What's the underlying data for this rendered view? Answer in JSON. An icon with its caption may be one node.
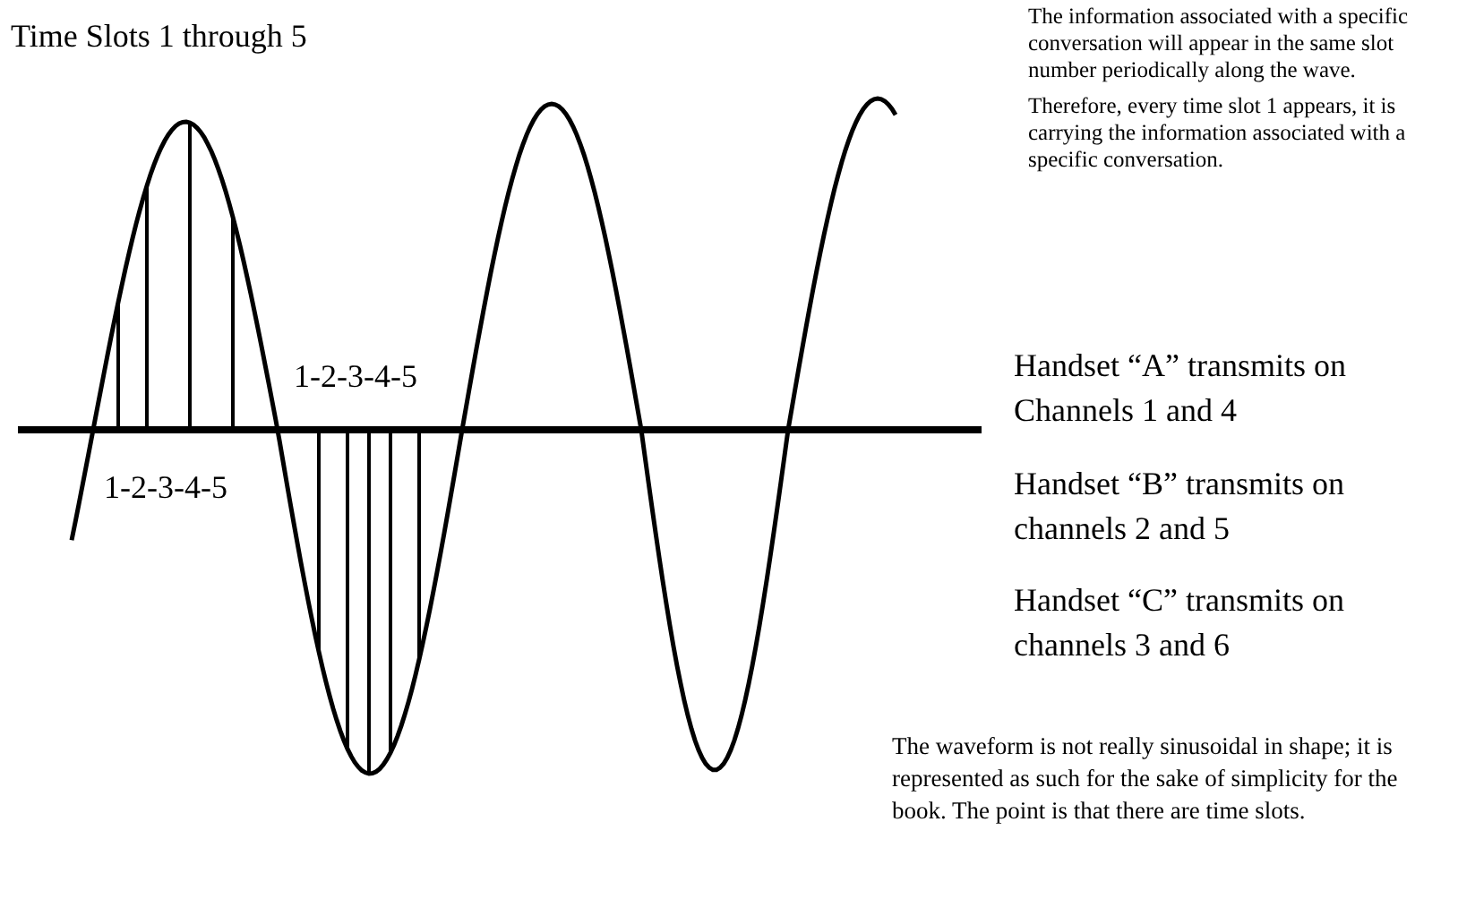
{
  "diagram": {
    "title": "Time Slots 1 through 5",
    "labels": [
      "The information associated with a specific conversation will appear in the same slot number periodically along the wave.",
      "Therefore, every time slot 1 appears, it is carrying the information associated with a specific conversation.",
      "1-2-3-4-5",
      "1-2-3-4-5",
      "Handset “A” transmits on Channels 1 and 4",
      "Handset “B” transmits on channels 2 and 5",
      "Handset “C” transmits on channels 3 and 6",
      "The waveform is not really sinusoidal in shape; it is represented as such for the sake of simplicity for the book. The point is that there are time slots."
    ]
  }
}
